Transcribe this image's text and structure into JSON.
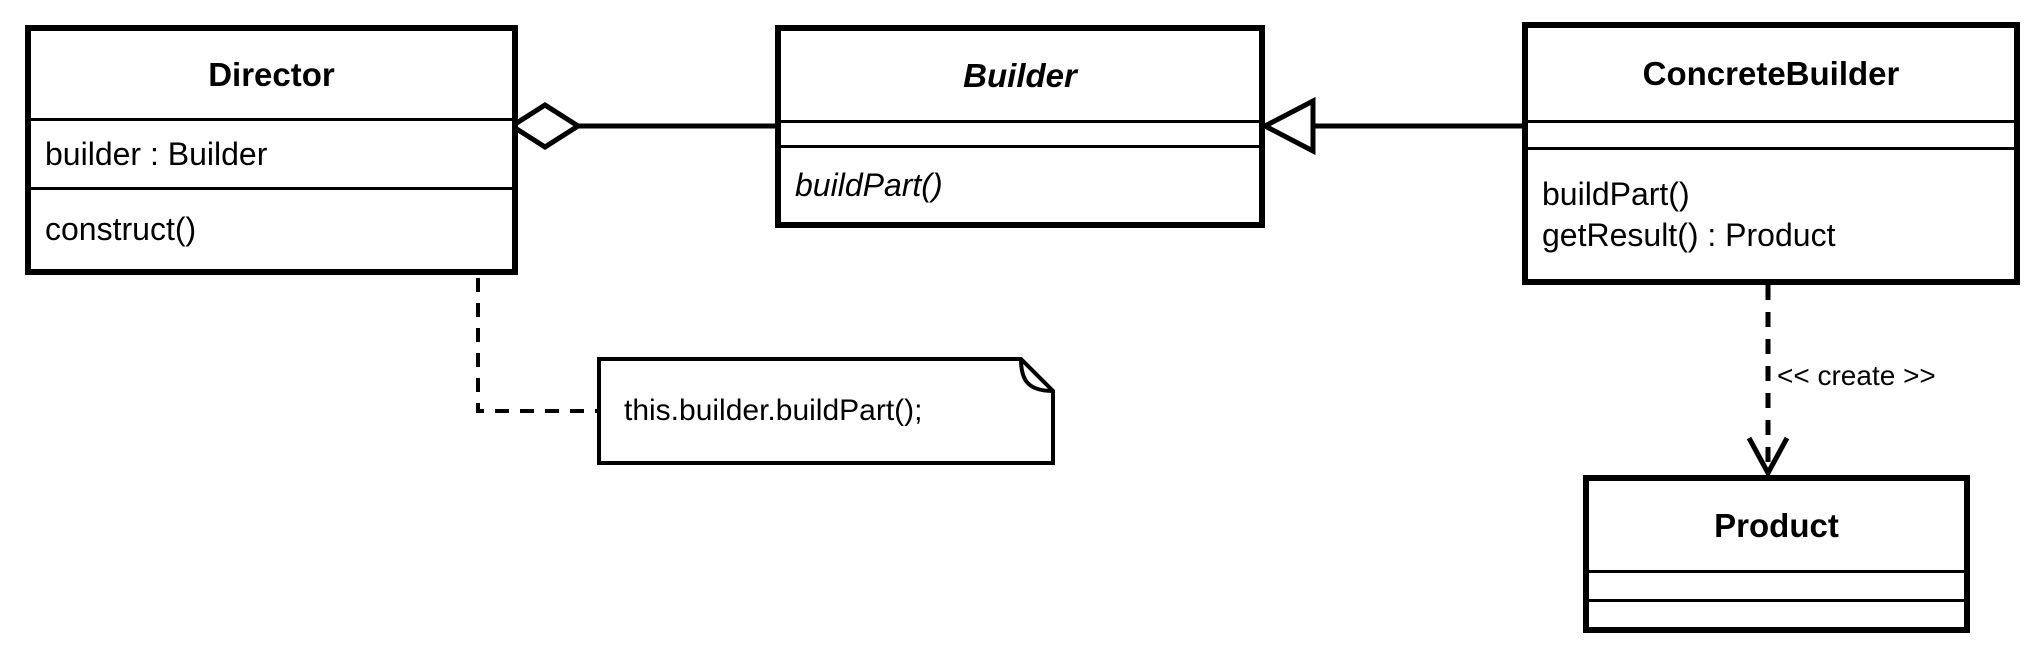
{
  "diagram": {
    "type": "uml-class-diagram",
    "pattern": "Builder",
    "background": "#ffffff",
    "stroke": "#000000"
  },
  "classes": [
    {
      "id": "director",
      "name": "Director",
      "abstract": false,
      "attributes": [
        "builder : Builder"
      ],
      "operations": [
        "construct()"
      ]
    },
    {
      "id": "builder",
      "name": "Builder",
      "abstract": true,
      "attributes": [],
      "operations": [
        "buildPart()"
      ]
    },
    {
      "id": "concretebuilder",
      "name": "ConcreteBuilder",
      "abstract": false,
      "attributes": [],
      "operations": [
        "buildPart()",
        "getResult() : Product"
      ]
    },
    {
      "id": "product",
      "name": "Product",
      "abstract": false,
      "attributes": [],
      "operations": []
    }
  ],
  "note": {
    "text": "this.builder.buildPart();",
    "anchored_to": "Director::construct()"
  },
  "relationships": [
    {
      "id": "aggregation",
      "kind": "aggregation",
      "from": "Director",
      "to": "Builder",
      "label": ""
    },
    {
      "id": "generalization",
      "kind": "generalization",
      "from": "ConcreteBuilder",
      "to": "Builder",
      "label": ""
    },
    {
      "id": "create-dependency",
      "kind": "dependency",
      "from": "ConcreteBuilder",
      "to": "Product",
      "label": "<< create >>"
    },
    {
      "id": "note-link",
      "kind": "note-anchor",
      "from": "Director::construct()",
      "to": "note",
      "label": ""
    }
  ]
}
